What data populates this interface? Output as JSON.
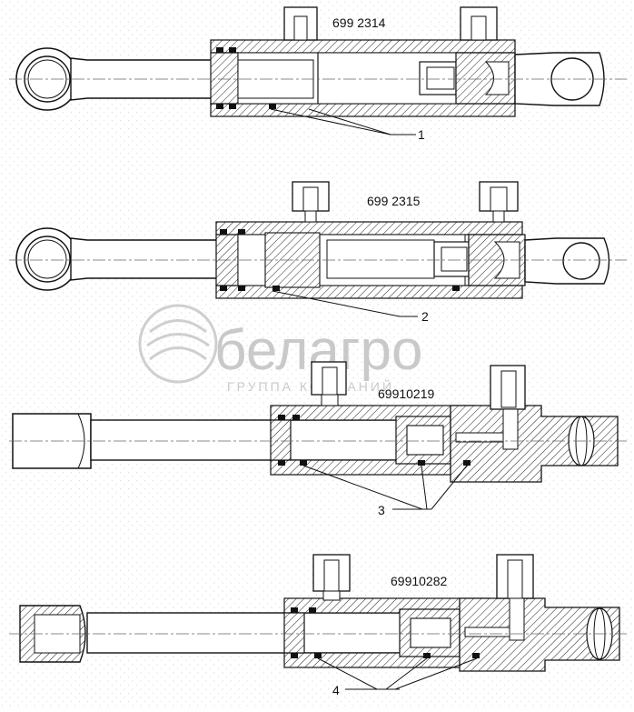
{
  "watermark": {
    "brand": "белагро",
    "tagline": "ГРУППА КОМПАНИЙ"
  },
  "cylinders": [
    {
      "model": "699 2314",
      "callout": "1"
    },
    {
      "model": "699 2315",
      "callout": "2"
    },
    {
      "model": "69910219",
      "callout": "3"
    },
    {
      "model": "69910282",
      "callout": "4"
    }
  ]
}
